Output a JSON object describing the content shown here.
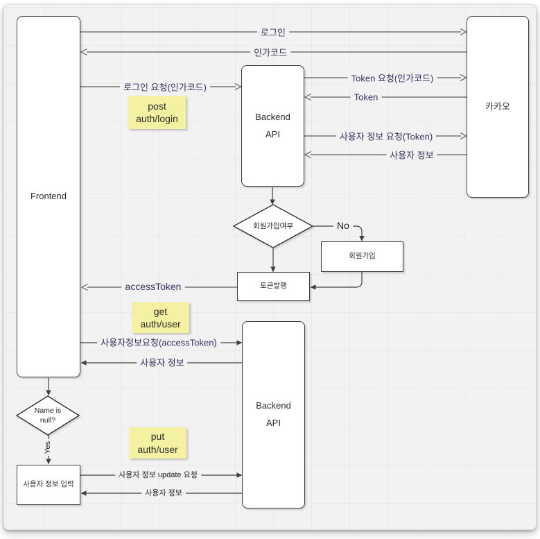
{
  "diagram": {
    "nodes": {
      "frontend": {
        "label": "Frontend"
      },
      "kakao": {
        "label": "카카오"
      },
      "backend_api_top": {
        "line1": "Backend",
        "line2": "API"
      },
      "backend_api_bottom": {
        "line1": "Backend",
        "line2": "API"
      },
      "signup_check_diamond": {
        "label": "회원가입여부"
      },
      "signup_box": {
        "label": "회원가입"
      },
      "token_issue_box": {
        "label": "토큰발행"
      },
      "name_null_diamond": {
        "line1": "Name is",
        "line2": "null?"
      },
      "user_info_input_box": {
        "label": "사용자 정보 입력"
      }
    },
    "edge_labels": {
      "login": "로그인",
      "auth_code": "인가코드",
      "login_request": "로그인 요청(인가코드)",
      "token_request": "Token 요청(인가코드)",
      "token": "Token",
      "user_info_request_token": "사용자 정보 요청(Token)",
      "user_info_from_kakao": "사용자 정보",
      "no": "No",
      "access_token": "accessToken",
      "user_info_request_access_token": "사용자정보요청(accessToken)",
      "user_info_to_frontend": "사용자 정보",
      "yes": "Yes",
      "user_info_update_request": "사용자 정보 update 요청",
      "user_info_to_input_box": "사용자 정보"
    },
    "notes": {
      "post_auth_login": {
        "line1": "post",
        "line2": "auth/login"
      },
      "get_auth_user": {
        "line1": "get",
        "line2": "auth/user"
      },
      "put_auth_user": {
        "line1": "put",
        "line2": "auth/user"
      }
    },
    "colors": {
      "canvas": "#f2f2f2",
      "note": "#f5f1a2",
      "edge_label_text": "#34325e",
      "edge_line": "#5d5d5d",
      "flow_line": "#404040",
      "node_border": "#3c3c3c"
    }
  }
}
